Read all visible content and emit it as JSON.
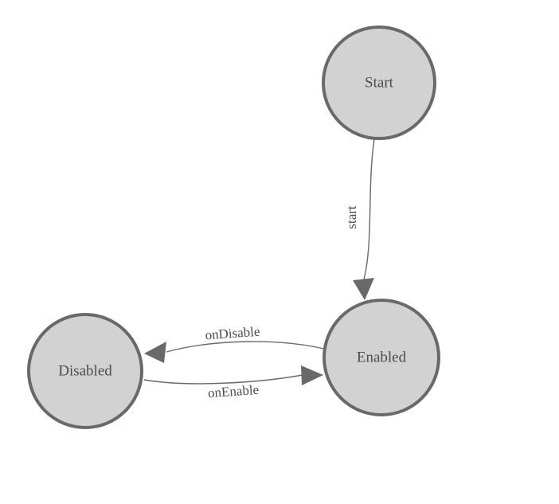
{
  "diagram": {
    "type": "state-machine",
    "colors": {
      "background": "#ffffff",
      "node_fill": "#d2d2d2",
      "node_stroke": "#696969",
      "edge_stroke": "#696969",
      "arrow_fill": "#696969",
      "label_color": "#4d4d4d"
    },
    "nodes": [
      {
        "id": "start",
        "label": "Start"
      },
      {
        "id": "enabled",
        "label": "Enabled"
      },
      {
        "id": "disabled",
        "label": "Disabled"
      }
    ],
    "edges": [
      {
        "from": "Start",
        "to": "Enabled",
        "label": "start"
      },
      {
        "from": "Enabled",
        "to": "Disabled",
        "label": "onDisable"
      },
      {
        "from": "Disabled",
        "to": "Enabled",
        "label": "onEnable"
      }
    ]
  }
}
